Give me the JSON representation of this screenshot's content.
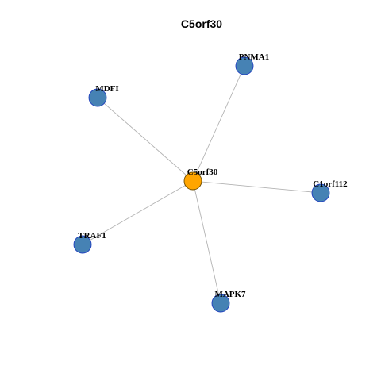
{
  "title": "C5orf30",
  "colors": {
    "center_fill": "#ffa500",
    "center_stroke": "#6b4a00",
    "neighbor_fill": "#4682b4",
    "neighbor_stroke": "#1f3fbf",
    "edge": "#b3b3b3"
  },
  "nodes": [
    {
      "id": "C5orf30",
      "label": "C5orf30",
      "role": "center"
    },
    {
      "id": "PNMA1",
      "label": "PNMA1",
      "role": "neighbor"
    },
    {
      "id": "MDFI",
      "label": "MDFI",
      "role": "neighbor"
    },
    {
      "id": "C1orf112",
      "label": "C1orf112",
      "role": "neighbor"
    },
    {
      "id": "TRAF1",
      "label": "TRAF1",
      "role": "neighbor"
    },
    {
      "id": "MAPK7",
      "label": "MAPK7",
      "role": "neighbor"
    }
  ],
  "edges": [
    {
      "source": "C5orf30",
      "target": "PNMA1"
    },
    {
      "source": "C5orf30",
      "target": "MDFI"
    },
    {
      "source": "C5orf30",
      "target": "C1orf112"
    },
    {
      "source": "C5orf30",
      "target": "TRAF1"
    },
    {
      "source": "C5orf30",
      "target": "MAPK7"
    }
  ]
}
